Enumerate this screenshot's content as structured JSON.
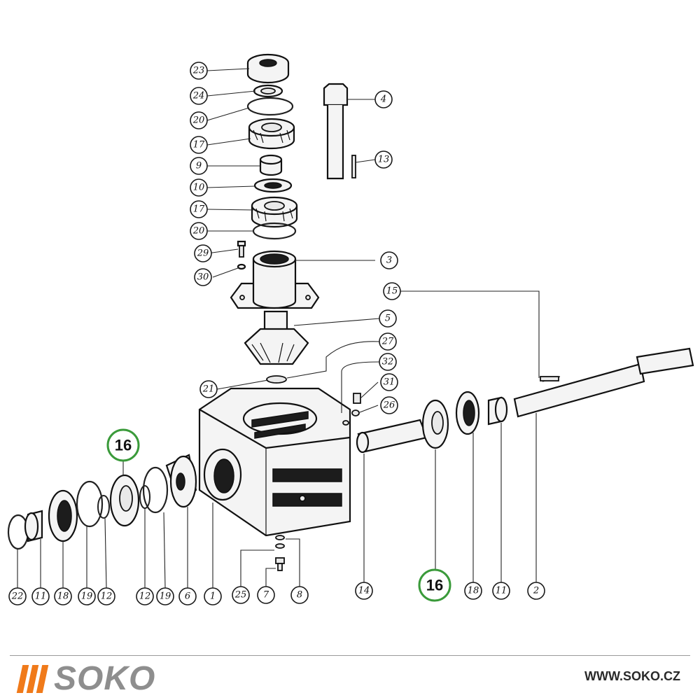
{
  "brand": {
    "name": "SOKO",
    "website": "WWW.SOKO.CZ",
    "accent_color": "#f07a1a",
    "text_color": "#8e8e8e"
  },
  "highlight_color": "#3a9a3a",
  "callouts": [
    {
      "id": "c23",
      "label": "23"
    },
    {
      "id": "c24",
      "label": "24"
    },
    {
      "id": "c20a",
      "label": "20"
    },
    {
      "id": "c17a",
      "label": "17"
    },
    {
      "id": "c9",
      "label": "9"
    },
    {
      "id": "c10",
      "label": "10"
    },
    {
      "id": "c17b",
      "label": "17"
    },
    {
      "id": "c20b",
      "label": "20"
    },
    {
      "id": "c29",
      "label": "29"
    },
    {
      "id": "c30",
      "label": "30"
    },
    {
      "id": "c4",
      "label": "4"
    },
    {
      "id": "c13",
      "label": "13"
    },
    {
      "id": "c3",
      "label": "3"
    },
    {
      "id": "c15",
      "label": "15"
    },
    {
      "id": "c5",
      "label": "5"
    },
    {
      "id": "c27",
      "label": "27"
    },
    {
      "id": "c32",
      "label": "32"
    },
    {
      "id": "c31",
      "label": "31"
    },
    {
      "id": "c26",
      "label": "26"
    },
    {
      "id": "c21",
      "label": "21"
    },
    {
      "id": "c22",
      "label": "22"
    },
    {
      "id": "c11a",
      "label": "11"
    },
    {
      "id": "c18a",
      "label": "18"
    },
    {
      "id": "c19a",
      "label": "19"
    },
    {
      "id": "c12a",
      "label": "12"
    },
    {
      "id": "c12b",
      "label": "12"
    },
    {
      "id": "c19b",
      "label": "19"
    },
    {
      "id": "c6",
      "label": "6"
    },
    {
      "id": "c1",
      "label": "1"
    },
    {
      "id": "c25",
      "label": "25"
    },
    {
      "id": "c7",
      "label": "7"
    },
    {
      "id": "c8",
      "label": "8"
    },
    {
      "id": "c14",
      "label": "14"
    },
    {
      "id": "c18b",
      "label": "18"
    },
    {
      "id": "c11b",
      "label": "11"
    },
    {
      "id": "c2",
      "label": "2"
    }
  ],
  "highlights": [
    {
      "id": "h16a",
      "label": "16"
    },
    {
      "id": "h16b",
      "label": "16"
    }
  ]
}
